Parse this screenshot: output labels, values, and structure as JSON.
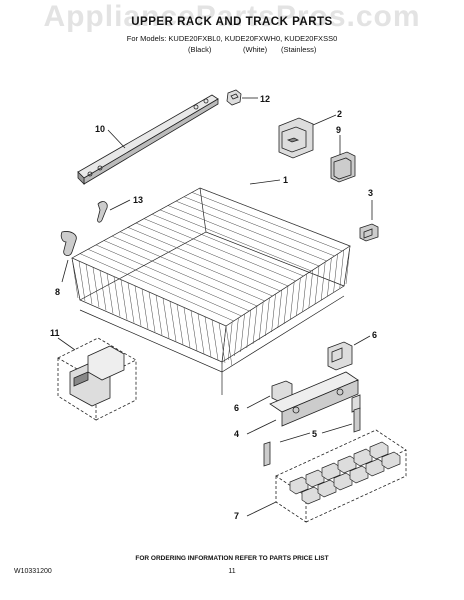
{
  "watermark": "AppliancePartsPros.com",
  "title": "UPPER RACK AND TRACK PARTS",
  "models_line": "For Models: KUDE20FXBL0, KUDE20FXWH0, KUDE20FXSS0",
  "finishes": [
    "(Black)",
    "(White)",
    "(Stainless)"
  ],
  "callouts": [
    "12",
    "2",
    "10",
    "9",
    "1",
    "13",
    "3",
    "8",
    "11",
    "6",
    "6",
    "4",
    "5",
    "7"
  ],
  "footer_note": "FOR ORDERING INFORMATION REFER TO PARTS PRICE LIST",
  "doc_number": "W10331200",
  "page_number": "11"
}
